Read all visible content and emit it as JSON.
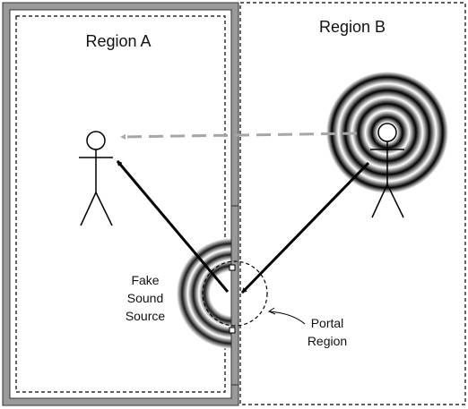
{
  "labels": {
    "region_a": "Region A",
    "region_b": "Region B",
    "fake_source_line1": "Fake",
    "fake_source_line2": "Sound",
    "fake_source_line3": "Source",
    "portal_line1": "Portal",
    "portal_line2": "Region"
  },
  "colors": {
    "wall_fill": "#9a9a9a",
    "wall_outline": "#333333",
    "ink": "#000000",
    "perceived_path": "#a6a6a6",
    "wave_dark": "#000000",
    "wave_light": "#ffffff",
    "background": "#ffffff"
  }
}
